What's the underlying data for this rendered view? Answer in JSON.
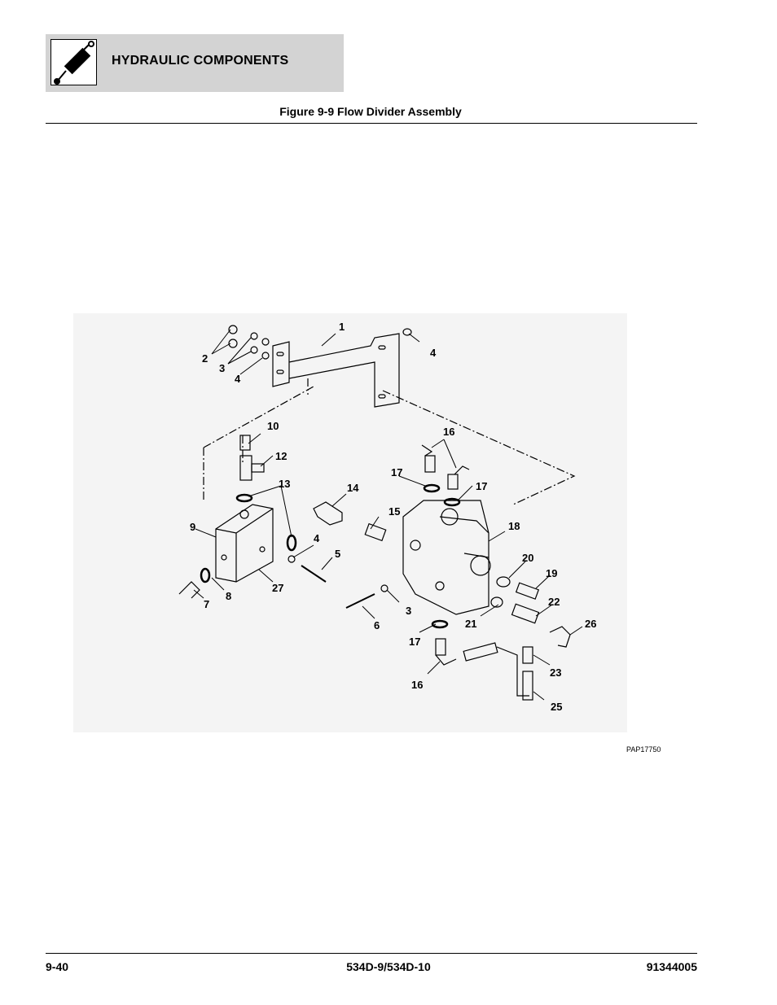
{
  "header": {
    "section_title": "HYDRAULIC COMPONENTS",
    "icon": "hydraulic-cylinder-icon"
  },
  "figure": {
    "title": "Figure 9-9 Flow Divider Assembly",
    "code": "PAP17750",
    "callouts": [
      "1",
      "2",
      "3",
      "4",
      "4",
      "10",
      "12",
      "13",
      "14",
      "15",
      "16",
      "17",
      "17",
      "9",
      "4",
      "5",
      "18",
      "20",
      "19",
      "8",
      "7",
      "27",
      "3",
      "22",
      "26",
      "6",
      "21",
      "17",
      "23",
      "16",
      "25"
    ]
  },
  "footer": {
    "page_number": "9-40",
    "model": "534D-9/534D-10",
    "part_number": "91344005"
  }
}
